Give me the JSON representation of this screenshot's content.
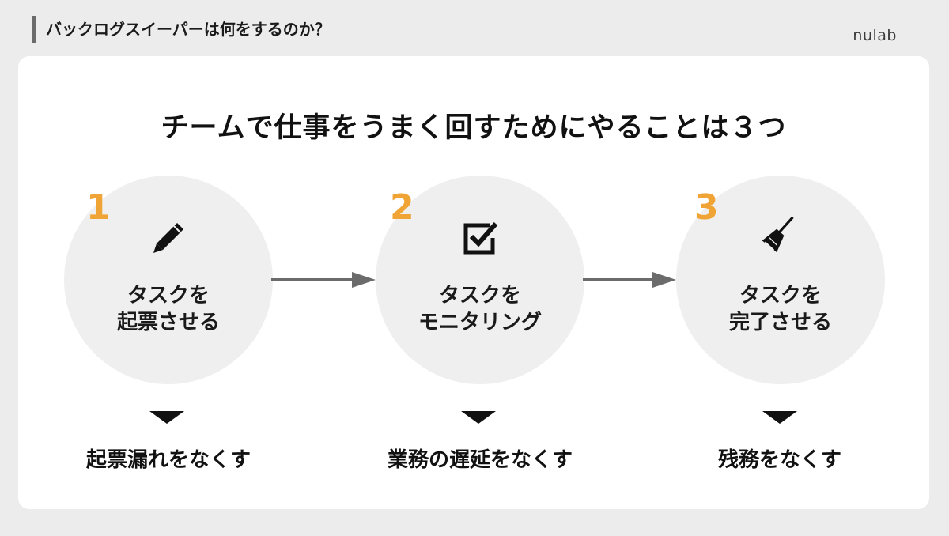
{
  "header": {
    "title": "バックログスイーパーは何をするのか？",
    "logo": "nulab"
  },
  "main": {
    "title": "チームで仕事をうまく回すためにやることは３つ",
    "steps": [
      {
        "number": "1",
        "icon": "pencil-icon",
        "label_line1": "タスクを",
        "label_line2": "起票させる",
        "outcome": "起票漏れをなくす"
      },
      {
        "number": "2",
        "icon": "checkbox-checked-icon",
        "label_line1": "タスクを",
        "label_line2": "モニタリング",
        "outcome": "業務の遅延をなくす"
      },
      {
        "number": "3",
        "icon": "broom-icon",
        "label_line1": "タスクを",
        "label_line2": "完了させる",
        "outcome": "残務をなくす"
      }
    ]
  },
  "colors": {
    "accent": "#f0a436",
    "circle_fill": "#efefef",
    "card_background": "#ffffff",
    "page_background": "#ececec",
    "arrow": "#6b6b6b"
  }
}
